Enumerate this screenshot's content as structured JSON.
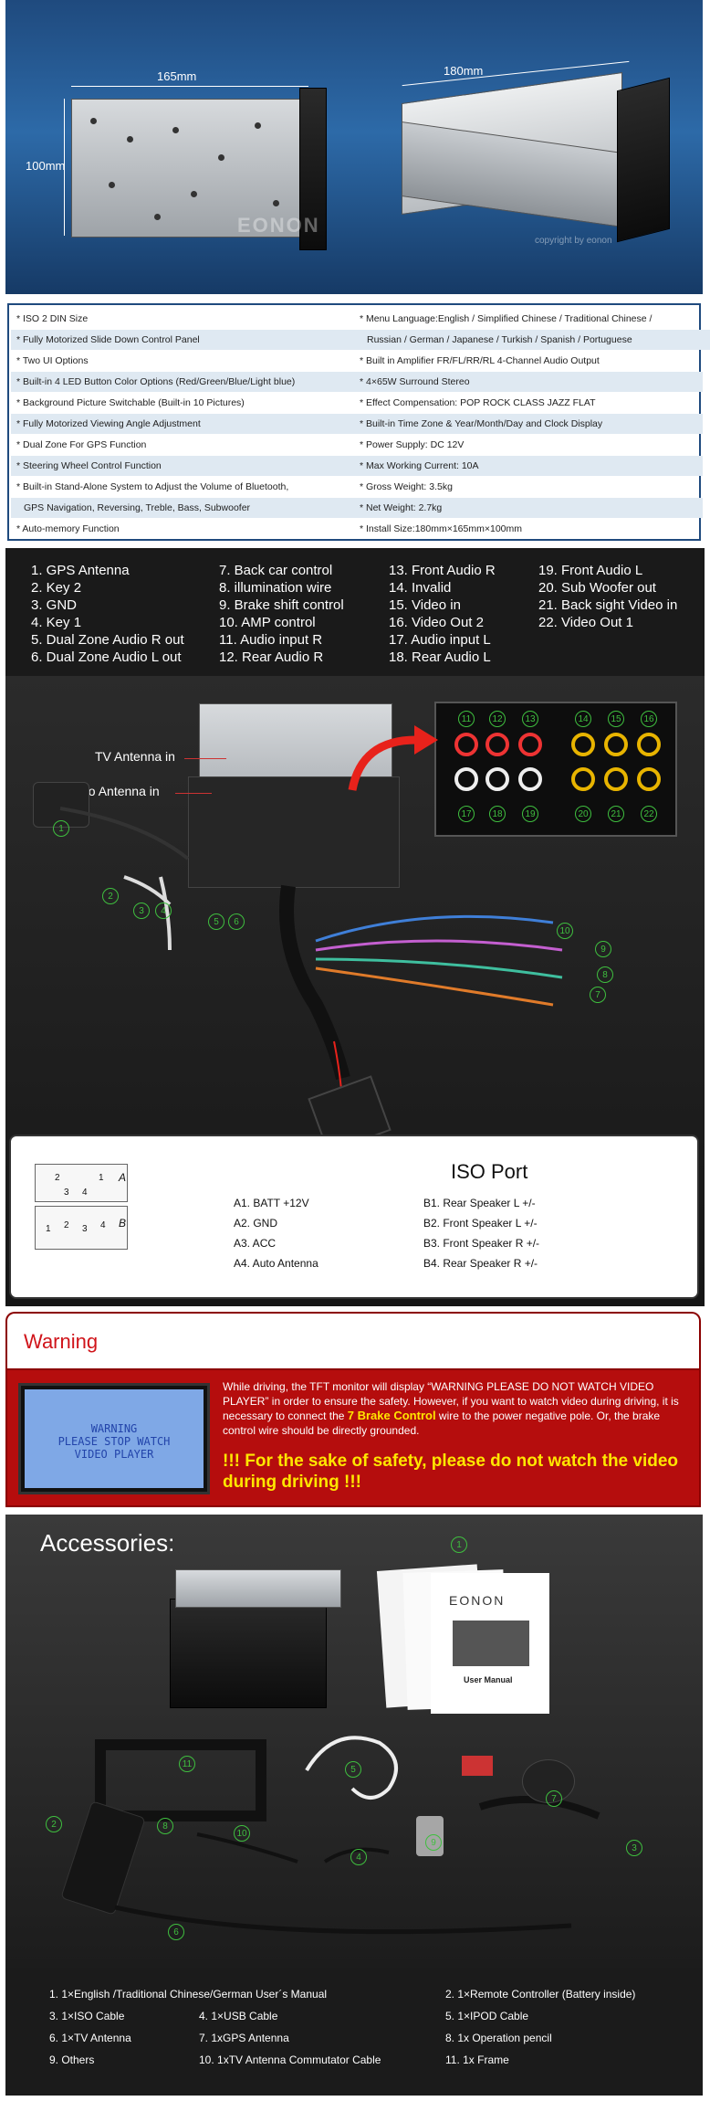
{
  "dimensions": {
    "width_label": "165mm",
    "depth_label": "180mm",
    "height_label": "100mm",
    "brand_watermark": "EONON",
    "copyright_watermark": "copyright by eonon"
  },
  "specs": {
    "left": [
      "* ISO 2 DIN Size",
      "* Fully Motorized Slide Down Control Panel",
      "* Two UI Options",
      "* Built-in 4 LED Button Color Options (Red/Green/Blue/Light blue)",
      "* Background Picture Switchable (Built-in 10 Pictures)",
      "* Fully Motorized Viewing Angle Adjustment",
      "* Dual Zone For GPS Function",
      "* Steering Wheel Control Function",
      "* Built-in Stand-Alone System to Adjust the Volume of Bluetooth,",
      "GPS Navigation, Reversing, Treble, Bass, Subwoofer",
      "* Auto-memory Function"
    ],
    "right": [
      "* Menu Language:English / Simplified Chinese / Traditional Chinese /",
      "Russian / German / Japanese / Turkish / Spanish / Portuguese",
      "* Built in Amplifier FR/FL/RR/RL 4-Channel Audio Output",
      "* 4×65W Surround Stereo",
      "* Effect Compensation: POP  ROCK  CLASS  JAZZ  FLAT",
      "* Built-in Time Zone & Year/Month/Day and Clock Display",
      "* Power Supply: DC 12V",
      "* Max Working Current: 10A",
      "* Gross Weight: 3.5kg",
      "* Net Weight: 2.7kg",
      "* Install Size:180mm×165mm×100mm"
    ]
  },
  "pins": {
    "col1": [
      "1. GPS Antenna",
      "2. Key 2",
      "3. GND",
      "4. Key 1",
      "5. Dual Zone Audio R out",
      "6. Dual Zone Audio L out"
    ],
    "col2": [
      "7. Back car control",
      "8. illumination wire",
      "9. Brake shift control",
      "10. AMP control",
      "11. Audio input R",
      "12. Rear Audio R"
    ],
    "col3": [
      "13. Front Audio R",
      "14. Invalid",
      "15. Video in",
      "16. Video Out 2",
      "17.  Audio input L",
      "18.  Rear Audio L"
    ],
    "col4": [
      "19. Front Audio L",
      "20. Sub Woofer out",
      "21. Back sight Video in",
      "22. Video Out 1"
    ]
  },
  "wiring_photo": {
    "tv_antenna_label": "TV Antenna in",
    "radio_antenna_label": "Radio Antenna in",
    "rca_top_numbers": [
      "11",
      "12",
      "13",
      "14",
      "15",
      "16"
    ],
    "rca_bottom_numbers": [
      "17",
      "18",
      "19",
      "20",
      "21",
      "22"
    ],
    "callouts": [
      "1",
      "2",
      "3",
      "4",
      "5",
      "6",
      "7",
      "8",
      "9",
      "10"
    ]
  },
  "iso_port": {
    "title": "ISO Port",
    "a_pins": [
      "A1.  BATT +12V",
      "A2.  GND",
      "A3.  ACC",
      "A4. Auto Antenna"
    ],
    "b_pins": [
      "B1.  Rear Speaker L  +/-",
      "B2.  Front Speaker L +/-",
      "B3.  Front Speaker R  +/-",
      "B4.  Rear Speaker R  +/-"
    ],
    "connector_a_label": "A",
    "connector_b_label": "B",
    "connector_a_pins": [
      "2",
      "1",
      "3",
      "4"
    ],
    "connector_b_pins": [
      "1",
      "2",
      "3",
      "4"
    ]
  },
  "warning": {
    "title": "Warning",
    "screen_line1": "WARNING",
    "screen_line2": "PLEASE STOP WATCH",
    "screen_line3": "VIDEO PLAYER",
    "text_part1": "While driving, the TFT monitor will display “WARNING PLEASE DO NOT WATCH VIDEO PLAYER” in order to ensure the safety. However, if you want to watch video during driving, it is necessary to connect the ",
    "text_highlight": "7 Brake Control",
    "text_part2": " wire to the power negative pole. Or, the brake control wire should be directly grounded.",
    "safety": "!!! For the sake of safety, please do not watch the video during driving !!!"
  },
  "accessories": {
    "title": "Accessories:",
    "manual_brand": "EONON",
    "manual_title": "User Manual",
    "callouts": [
      "1",
      "2",
      "3",
      "4",
      "5",
      "6",
      "7",
      "8",
      "9",
      "10",
      "11"
    ],
    "list": [
      "1. 1×English /Traditional Chinese/German User´s Manual",
      "2. 1×Remote Controller (Battery inside)",
      "3. 1×ISO Cable",
      "4. 1×USB Cable",
      "5. 1×IPOD Cable",
      "6. 1×TV Antenna",
      "7. 1xGPS Antenna",
      "8. 1x Operation pencil",
      "9. Others",
      "10. 1xTV Antenna Commutator Cable",
      "11. 1x Frame"
    ]
  },
  "colors": {
    "dims_blue": "#1f4a7e",
    "spec_row_alt": "#dfe9f2",
    "warning_red": "#b50d0d",
    "warning_yellow": "#ffe600",
    "callout_green": "#3fbf3f",
    "arrow_red": "#e8221b"
  }
}
